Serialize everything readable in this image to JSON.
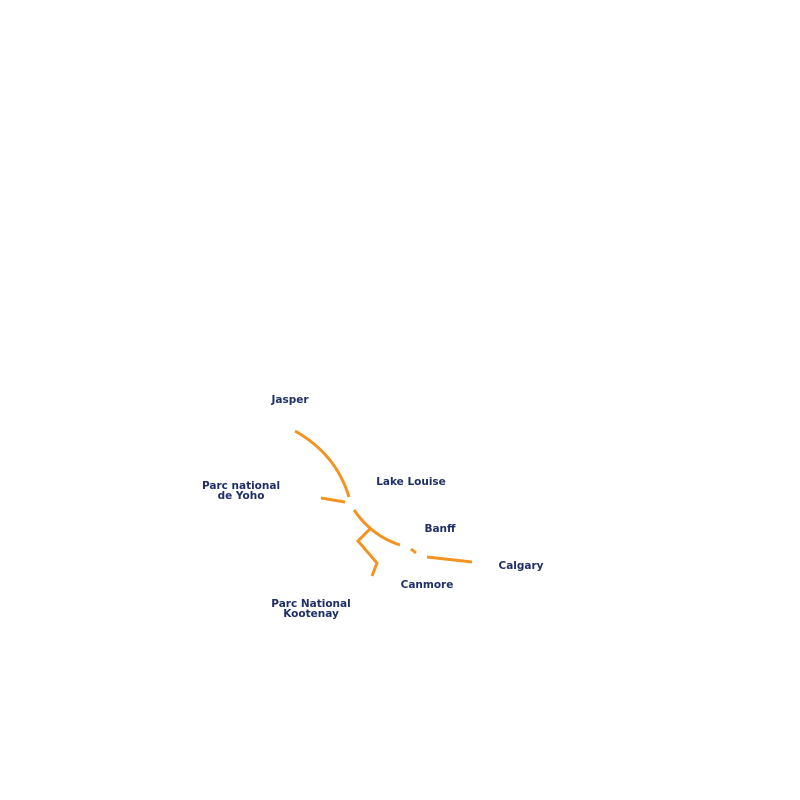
{
  "map": {
    "route_color": "#f39322",
    "label_color": "#1f2f66",
    "places": [
      {
        "id": "jasper",
        "name": "Jasper"
      },
      {
        "id": "lake-louise",
        "name": "Lake Louise"
      },
      {
        "id": "yoho",
        "name": "Parc national",
        "name2": "de Yoho"
      },
      {
        "id": "banff",
        "name": "Banff"
      },
      {
        "id": "calgary",
        "name": "Calgary"
      },
      {
        "id": "canmore",
        "name": "Canmore"
      },
      {
        "id": "kootenay",
        "name": "Parc National",
        "name2": "Kootenay"
      }
    ]
  }
}
